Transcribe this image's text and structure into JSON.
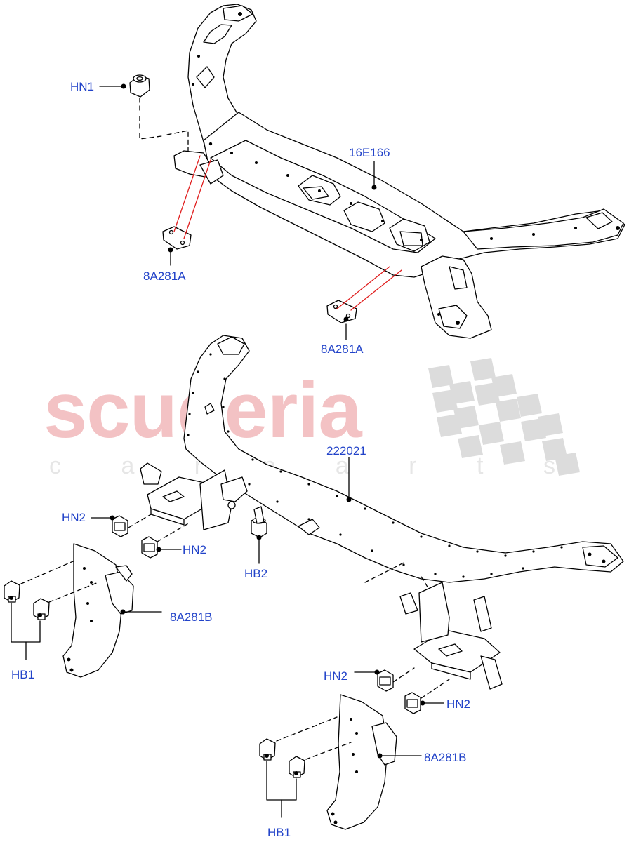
{
  "watermark": {
    "brand": "scuderia",
    "tagline": "c a r   p a r t s",
    "brand_color": "#f3c2c4",
    "tagline_color": "#e6e6e6",
    "checker_color": "#d9d9d9"
  },
  "colors": {
    "label": "#2243c9",
    "line": "#000000",
    "highlight_leader": "#e01e1e"
  },
  "callouts": [
    {
      "id": "hn1",
      "text": "HN1"
    },
    {
      "id": "part-16e166",
      "text": "16E166"
    },
    {
      "id": "bracket-8a281a-left",
      "text": "8A281A"
    },
    {
      "id": "bracket-8a281a-right",
      "text": "8A281A"
    },
    {
      "id": "part-222021",
      "text": "222021"
    },
    {
      "id": "hn2-upper-left",
      "text": "HN2"
    },
    {
      "id": "hn2-lower-left",
      "text": "HN2"
    },
    {
      "id": "hb2",
      "text": "HB2"
    },
    {
      "id": "bracket-8a281b-left",
      "text": "8A281B"
    },
    {
      "id": "hb1-left",
      "text": "HB1"
    },
    {
      "id": "hn2-upper-right",
      "text": "HN2"
    },
    {
      "id": "hn2-lower-right",
      "text": "HN2"
    },
    {
      "id": "bracket-8a281b-right",
      "text": "8A281B"
    },
    {
      "id": "hb1-right",
      "text": "HB1"
    }
  ]
}
